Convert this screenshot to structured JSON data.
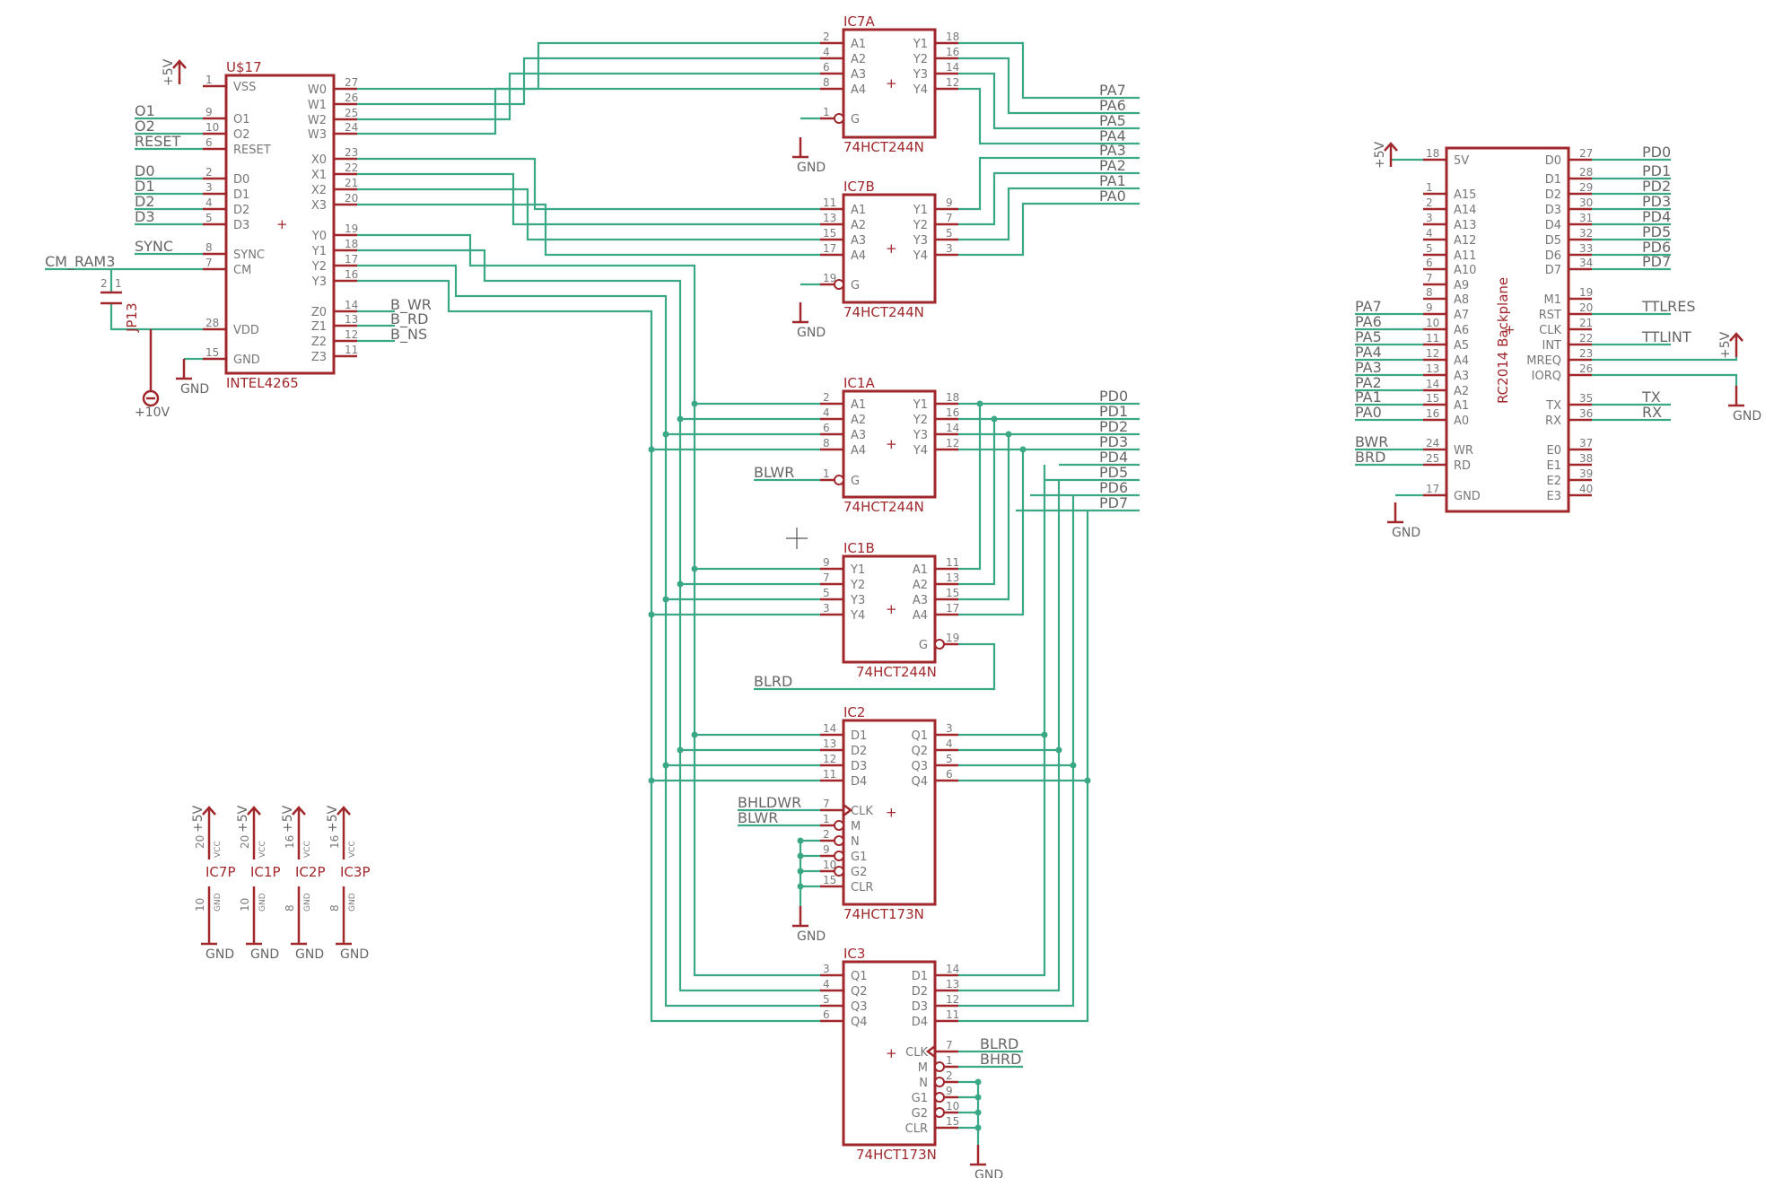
{
  "components": {
    "u17": {
      "name": "U$17",
      "value": "INTEL4265",
      "left": [
        [
          "1",
          "VSS"
        ],
        [
          "9",
          "O1"
        ],
        [
          "10",
          "O2"
        ],
        [
          "6",
          "RESET"
        ],
        [
          "2",
          "D0"
        ],
        [
          "3",
          "D1"
        ],
        [
          "4",
          "D2"
        ],
        [
          "5",
          "D3"
        ],
        [
          "8",
          "SYNC"
        ],
        [
          "7",
          "CM"
        ],
        [
          "28",
          "VDD"
        ],
        [
          "15",
          "GND"
        ]
      ],
      "right": [
        [
          "27",
          "W0"
        ],
        [
          "26",
          "W1"
        ],
        [
          "25",
          "W2"
        ],
        [
          "24",
          "W3"
        ],
        [
          "23",
          "X0"
        ],
        [
          "22",
          "X1"
        ],
        [
          "21",
          "X2"
        ],
        [
          "20",
          "X3"
        ],
        [
          "19",
          "Y0"
        ],
        [
          "18",
          "Y1"
        ],
        [
          "17",
          "Y2"
        ],
        [
          "16",
          "Y3"
        ],
        [
          "14",
          "Z0"
        ],
        [
          "13",
          "Z1"
        ],
        [
          "12",
          "Z2"
        ],
        [
          "11",
          "Z3"
        ]
      ]
    },
    "ic7a": {
      "name": "IC7A",
      "value": "74HCT244N",
      "left": [
        [
          "2",
          "A1"
        ],
        [
          "4",
          "A2"
        ],
        [
          "6",
          "A3"
        ],
        [
          "8",
          "A4"
        ],
        [
          "1",
          "G"
        ]
      ],
      "right": [
        [
          "18",
          "Y1"
        ],
        [
          "16",
          "Y2"
        ],
        [
          "14",
          "Y3"
        ],
        [
          "12",
          "Y4"
        ]
      ]
    },
    "ic7b": {
      "name": "IC7B",
      "value": "74HCT244N",
      "left": [
        [
          "11",
          "A1"
        ],
        [
          "13",
          "A2"
        ],
        [
          "15",
          "A3"
        ],
        [
          "17",
          "A4"
        ],
        [
          "19",
          "G"
        ]
      ],
      "right": [
        [
          "9",
          "Y1"
        ],
        [
          "7",
          "Y2"
        ],
        [
          "5",
          "Y3"
        ],
        [
          "3",
          "Y4"
        ]
      ]
    },
    "ic1a": {
      "name": "IC1A",
      "value": "74HCT244N",
      "left": [
        [
          "2",
          "A1"
        ],
        [
          "4",
          "A2"
        ],
        [
          "6",
          "A3"
        ],
        [
          "8",
          "A4"
        ],
        [
          "1",
          "G"
        ]
      ],
      "right": [
        [
          "18",
          "Y1"
        ],
        [
          "16",
          "Y2"
        ],
        [
          "14",
          "Y3"
        ],
        [
          "12",
          "Y4"
        ]
      ]
    },
    "ic1b": {
      "name": "IC1B",
      "value": "74HCT244N",
      "left": [
        [
          "9",
          "Y1"
        ],
        [
          "7",
          "Y2"
        ],
        [
          "5",
          "Y3"
        ],
        [
          "3",
          "Y4"
        ]
      ],
      "right": [
        [
          "11",
          "A1"
        ],
        [
          "13",
          "A2"
        ],
        [
          "15",
          "A3"
        ],
        [
          "17",
          "A4"
        ],
        [
          "19",
          "G"
        ]
      ]
    },
    "ic2": {
      "name": "IC2",
      "value": "74HCT173N",
      "left": [
        [
          "14",
          "D1"
        ],
        [
          "13",
          "D2"
        ],
        [
          "12",
          "D3"
        ],
        [
          "11",
          "D4"
        ],
        [
          "7",
          "CLK"
        ],
        [
          "1",
          "M"
        ],
        [
          "2",
          "N"
        ],
        [
          "9",
          "G1"
        ],
        [
          "10",
          "G2"
        ],
        [
          "15",
          "CLR"
        ]
      ],
      "right": [
        [
          "3",
          "Q1"
        ],
        [
          "4",
          "Q2"
        ],
        [
          "5",
          "Q3"
        ],
        [
          "6",
          "Q4"
        ]
      ]
    },
    "ic3": {
      "name": "IC3",
      "value": "74HCT173N",
      "left": [
        [
          "3",
          "Q1"
        ],
        [
          "4",
          "Q2"
        ],
        [
          "5",
          "Q3"
        ],
        [
          "6",
          "Q4"
        ]
      ],
      "right": [
        [
          "14",
          "D1"
        ],
        [
          "13",
          "D2"
        ],
        [
          "12",
          "D3"
        ],
        [
          "11",
          "D4"
        ],
        [
          "7",
          "CLK"
        ],
        [
          "1",
          "M"
        ],
        [
          "2",
          "N"
        ],
        [
          "9",
          "G1"
        ],
        [
          "10",
          "G2"
        ],
        [
          "15",
          "CLR"
        ]
      ]
    },
    "backplane": {
      "value": "RC2014 Backplane",
      "left": [
        [
          "18",
          "5V"
        ],
        [
          "1",
          "A15"
        ],
        [
          "2",
          "A14"
        ],
        [
          "3",
          "A13"
        ],
        [
          "4",
          "A12"
        ],
        [
          "5",
          "A11"
        ],
        [
          "6",
          "A10"
        ],
        [
          "7",
          "A9"
        ],
        [
          "8",
          "A8"
        ],
        [
          "9",
          "A7"
        ],
        [
          "10",
          "A6"
        ],
        [
          "11",
          "A5"
        ],
        [
          "12",
          "A4"
        ],
        [
          "13",
          "A3"
        ],
        [
          "14",
          "A2"
        ],
        [
          "15",
          "A1"
        ],
        [
          "16",
          "A0"
        ],
        [
          "24",
          "WR"
        ],
        [
          "25",
          "RD"
        ],
        [
          "17",
          "GND"
        ]
      ],
      "right": [
        [
          "27",
          "D0"
        ],
        [
          "28",
          "D1"
        ],
        [
          "29",
          "D2"
        ],
        [
          "30",
          "D3"
        ],
        [
          "31",
          "D4"
        ],
        [
          "32",
          "D5"
        ],
        [
          "33",
          "D6"
        ],
        [
          "34",
          "D7"
        ],
        [
          "19",
          "M1"
        ],
        [
          "20",
          "RST"
        ],
        [
          "21",
          "CLK"
        ],
        [
          "22",
          "INT"
        ],
        [
          "23",
          "MREQ"
        ],
        [
          "26",
          "IORQ"
        ],
        [
          "35",
          "TX"
        ],
        [
          "36",
          "RX"
        ],
        [
          "37",
          "E0"
        ],
        [
          "38",
          "E1"
        ],
        [
          "39",
          "E2"
        ],
        [
          "40",
          "E3"
        ]
      ]
    },
    "jumper": {
      "name": "JP13",
      "pin1": "1",
      "pin2": "2"
    },
    "power_parts": [
      {
        "name": "IC7P",
        "vcc_pin": "20",
        "gnd_pin": "10"
      },
      {
        "name": "IC1P",
        "vcc_pin": "20",
        "gnd_pin": "10"
      },
      {
        "name": "IC2P",
        "vcc_pin": "16",
        "gnd_pin": "8"
      },
      {
        "name": "IC3P",
        "vcc_pin": "16",
        "gnd_pin": "8"
      }
    ]
  },
  "labels": {
    "pwr_5v": "+5V",
    "pwr_gnd": "GND",
    "pwr_10v": "+10V",
    "vcc": "VCC",
    "gnd_pin": "GND",
    "u17_left_nets": [
      "O1",
      "O2",
      "RESET",
      "D0",
      "D1",
      "D2",
      "D3",
      "SYNC"
    ],
    "cm_ram": "CM_RAM3",
    "u17_z_nets": [
      "B_WR",
      "B_RD",
      "B_NS"
    ],
    "pa_nets": [
      "PA7",
      "PA6",
      "PA5",
      "PA4",
      "PA3",
      "PA2",
      "PA1",
      "PA0"
    ],
    "pd_nets": [
      "PD0",
      "PD1",
      "PD2",
      "PD3",
      "PD4",
      "PD5",
      "PD6",
      "PD7"
    ],
    "ic1a_g": "BLWR",
    "ic1b_g": "BLRD",
    "ic2_clk": "BHLDWR",
    "ic2_m": "BLWR",
    "ic3_clk": "BLRD",
    "ic3_m": "BHRD",
    "bp_pd": [
      "PD0",
      "PD1",
      "PD2",
      "PD3",
      "PD4",
      "PD5",
      "PD6",
      "PD7"
    ],
    "bp_pa": [
      "PA7",
      "PA6",
      "PA5",
      "PA4",
      "PA3",
      "PA2",
      "PA1",
      "PA0"
    ],
    "bp_wr": "BWR",
    "bp_rd": "BRD",
    "bp_rst": "TTLRES",
    "bp_int": "TTLINT",
    "bp_tx": "TX",
    "bp_rx": "RX"
  }
}
